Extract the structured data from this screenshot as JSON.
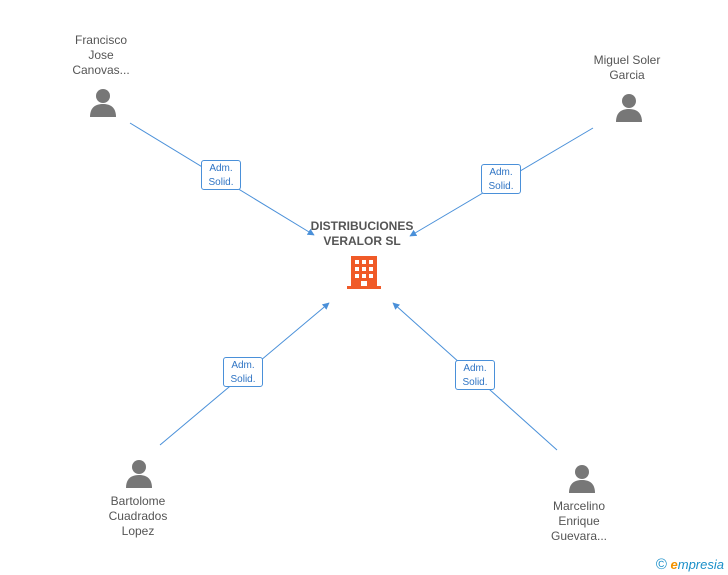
{
  "company": {
    "name_lines": [
      "DISTRIBUCIONES",
      "VERALOR SL"
    ],
    "icon": "building-icon",
    "color": "#f05a28"
  },
  "people": [
    {
      "id": "francisco",
      "name_lines": [
        "Francisco",
        "Jose",
        "Canovas..."
      ],
      "role_lines": [
        "Adm.",
        "Solid."
      ]
    },
    {
      "id": "miguel",
      "name_lines": [
        "Miguel Soler",
        "Garcia"
      ],
      "role_lines": [
        "Adm.",
        "Solid."
      ]
    },
    {
      "id": "bartolome",
      "name_lines": [
        "Bartolome",
        "Cuadrados",
        "Lopez"
      ],
      "role_lines": [
        "Adm.",
        "Solid."
      ]
    },
    {
      "id": "marcelino",
      "name_lines": [
        "Marcelino",
        "Enrique",
        "Guevara..."
      ],
      "role_lines": [
        "Adm.",
        "Solid."
      ]
    }
  ],
  "colors": {
    "edge": "#4a90d9",
    "person": "#777777",
    "text": "#555555"
  },
  "footer": {
    "copyright_symbol": "©",
    "brand_initial": "e",
    "brand_rest": "mpresia"
  }
}
